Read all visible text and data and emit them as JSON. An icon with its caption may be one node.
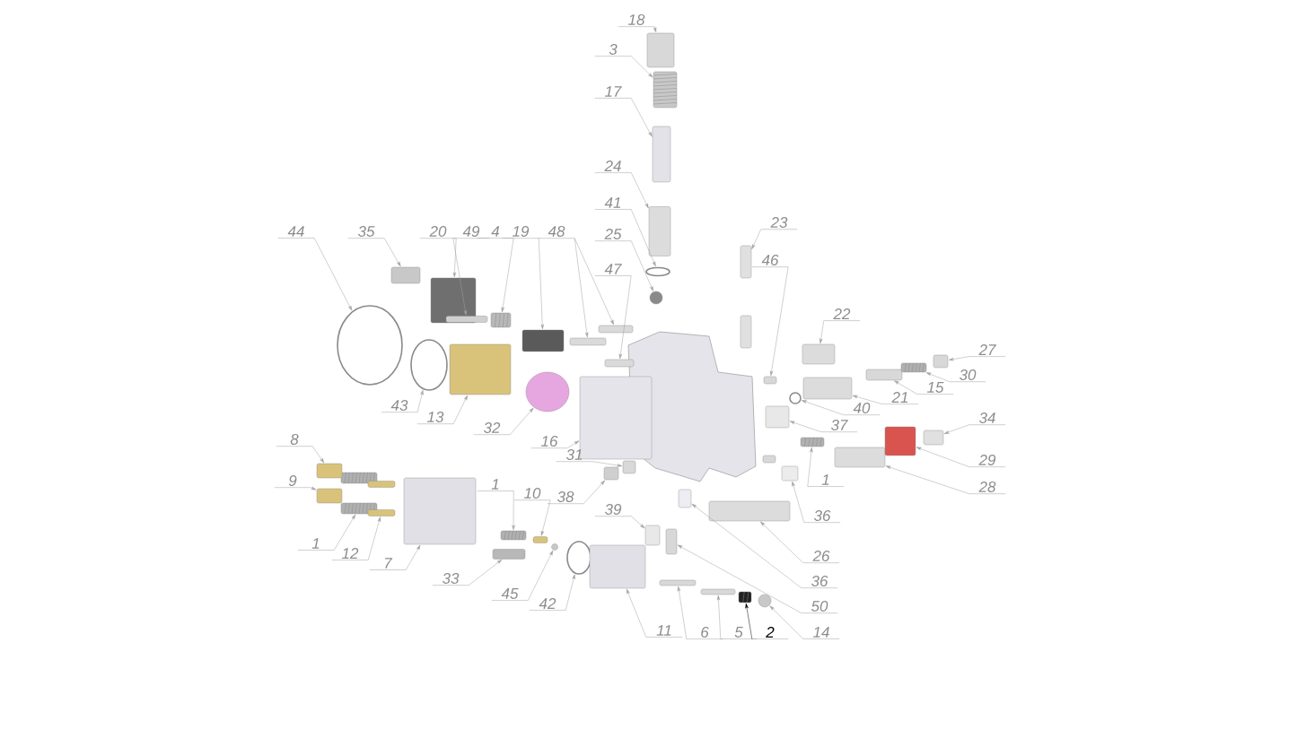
{
  "diagram": {
    "nodes": [
      {
        "text": [
          "18"
        ]
      },
      {
        "text": [],
        "shape": "box"
      },
      {
        "text": [
          "3"
        ]
      },
      {
        "text": [],
        "shape": "picture"
      },
      {
        "text": [
          "17"
        ]
      },
      {
        "text": [],
        "shape": "box"
      },
      {
        "text": [
          "24"
        ]
      },
      {
        "text": [],
        "shape": "box"
      },
      {
        "text": [
          "41"
        ]
      },
      {
        "text": [],
        "shape": "circle"
      },
      {
        "text": [
          "25"
        ]
      },
      {
        "text": [],
        "shape": "circle"
      },
      {
        "text": [
          "23"
        ]
      },
      {
        "text": [],
        "shape": "box"
      },
      {
        "text": [
          "44"
        ]
      },
      {
        "text": [],
        "shape": "circle"
      },
      {
        "text": [
          "35"
        ]
      },
      {
        "text": [],
        "shape": "box"
      },
      {
        "text": [
          "20"
        ]
      },
      {
        "text": [],
        "shape": "box"
      },
      {
        "text": [
          "49"
        ]
      },
      {
        "text": [],
        "shape": "box"
      },
      {
        "text": [
          "4"
        ]
      },
      {
        "text": [],
        "shape": "picture"
      },
      {
        "text": [
          "19"
        ]
      },
      {
        "text": [],
        "shape": "box"
      },
      {
        "text": [
          "48"
        ]
      },
      {
        "text": [],
        "shape": "box"
      },
      {
        "text": [],
        "shape": "box"
      },
      {
        "text": [
          "47"
        ]
      },
      {
        "text": [],
        "shape": "box"
      },
      {
        "text": [
          "43"
        ]
      },
      {
        "text": [],
        "shape": "circle"
      },
      {
        "text": [
          "13"
        ]
      },
      {
        "text": [],
        "shape": "box"
      },
      {
        "text": [
          "32"
        ]
      },
      {
        "text": [],
        "shape": "circle"
      },
      {
        "text": [
          "16"
        ]
      },
      {
        "text": [],
        "shape": "box"
      },
      {
        "text": [
          "8"
        ]
      },
      {
        "text": [],
        "shape": "box"
      },
      {
        "text": [
          "9"
        ]
      },
      {
        "text": [],
        "shape": "box"
      },
      {
        "text": [
          "1"
        ]
      },
      {
        "text": [],
        "shape": "picture"
      },
      {
        "text": [
          "12"
        ]
      },
      {
        "text": [],
        "shape": "box"
      },
      {
        "text": [
          "7"
        ]
      },
      {
        "text": [],
        "shape": "box"
      },
      {
        "text": [
          "31"
        ]
      },
      {
        "text": [],
        "shape": "box"
      },
      {
        "text": [
          "38"
        ]
      },
      {
        "text": [],
        "shape": "box"
      },
      {
        "text": [
          "39"
        ]
      },
      {
        "text": [],
        "shape": "box"
      },
      {
        "text": [
          "1"
        ]
      },
      {
        "text": [],
        "shape": "picture"
      },
      {
        "text": [
          "10"
        ]
      },
      {
        "text": [],
        "shape": "box"
      },
      {
        "text": [
          "33"
        ]
      },
      {
        "text": [],
        "shape": "box"
      },
      {
        "text": [
          "45"
        ]
      },
      {
        "text": [],
        "shape": "circle"
      },
      {
        "text": [
          "42"
        ]
      },
      {
        "text": [],
        "shape": "circle"
      },
      {
        "text": [
          "11"
        ]
      },
      {
        "text": [],
        "shape": "box"
      },
      {
        "text": [
          "6"
        ]
      },
      {
        "text": [],
        "shape": "box"
      },
      {
        "text": [
          "5"
        ]
      },
      {
        "text": [],
        "shape": "box"
      },
      {
        "text": [
          "2"
        ]
      },
      {
        "text": [],
        "shape": "picture"
      },
      {
        "text": [
          "14"
        ]
      },
      {
        "text": [],
        "shape": "circle"
      },
      {
        "text": [
          "50"
        ]
      },
      {
        "text": [],
        "shape": "box"
      },
      {
        "text": [
          "36"
        ]
      },
      {
        "text": [],
        "shape": "box"
      },
      {
        "text": [
          "26"
        ]
      },
      {
        "text": [],
        "shape": "box"
      },
      {
        "text": [
          "36"
        ]
      },
      {
        "text": [],
        "shape": "box"
      },
      {
        "text": [
          "1"
        ]
      },
      {
        "text": [],
        "shape": "picture"
      },
      {
        "text": [
          "28"
        ]
      },
      {
        "text": [],
        "shape": "box"
      },
      {
        "text": [
          "29"
        ]
      },
      {
        "text": [],
        "shape": "box"
      },
      {
        "text": [
          "34"
        ]
      },
      {
        "text": [],
        "shape": "box"
      },
      {
        "text": [
          "37"
        ]
      },
      {
        "text": [],
        "shape": "box"
      },
      {
        "text": [
          "40"
        ]
      },
      {
        "text": [],
        "shape": "circle"
      },
      {
        "text": [
          "21"
        ]
      },
      {
        "text": [],
        "shape": "box"
      },
      {
        "text": [
          "15"
        ]
      },
      {
        "text": [],
        "shape": "box"
      },
      {
        "text": [
          "30"
        ]
      },
      {
        "text": [],
        "shape": "picture"
      },
      {
        "text": [
          "27"
        ]
      },
      {
        "text": [],
        "shape": "box"
      },
      {
        "text": [
          "46"
        ]
      },
      {
        "text": [],
        "shape": "box"
      },
      {
        "text": [
          "22"
        ]
      },
      {
        "text": [],
        "shape": "box"
      }
    ],
    "edges": [
      {
        "from": 0,
        "to": 1,
        "arrow": "to"
      },
      {
        "from": 2,
        "to": 3,
        "arrow": "to"
      },
      {
        "from": 4,
        "to": 5,
        "arrow": "to"
      },
      {
        "from": 6,
        "to": 7,
        "arrow": "to"
      },
      {
        "from": 8,
        "to": 9,
        "arrow": "to"
      },
      {
        "from": 10,
        "to": 11,
        "arrow": "to"
      },
      {
        "from": 12,
        "to": 13,
        "arrow": "to"
      },
      {
        "from": 14,
        "to": 15,
        "arrow": "to"
      },
      {
        "from": 16,
        "to": 17,
        "arrow": "to"
      },
      {
        "from": 18,
        "to": 19,
        "arrow": "to"
      },
      {
        "from": 20,
        "to": 21,
        "arrow": "to"
      },
      {
        "from": 22,
        "to": 23,
        "arrow": "to"
      },
      {
        "from": 24,
        "to": 25,
        "arrow": "to"
      },
      {
        "from": 26,
        "to": 27,
        "arrow": "to"
      },
      {
        "from": 26,
        "to": 28,
        "arrow": "to"
      },
      {
        "from": 29,
        "to": 30,
        "arrow": "to"
      },
      {
        "from": 31,
        "to": 32,
        "arrow": "to"
      },
      {
        "from": 33,
        "to": 34,
        "arrow": "to"
      },
      {
        "from": 35,
        "to": 36,
        "arrow": "to"
      },
      {
        "from": 37,
        "to": 38,
        "arrow": "to"
      },
      {
        "from": 39,
        "to": 40,
        "arrow": "to"
      },
      {
        "from": 41,
        "to": 42,
        "arrow": "to"
      },
      {
        "from": 43,
        "to": 44,
        "arrow": "to"
      },
      {
        "from": 45,
        "to": 46,
        "arrow": "to"
      },
      {
        "from": 47,
        "to": 48,
        "arrow": "to"
      },
      {
        "from": 49,
        "to": 50,
        "arrow": "to"
      },
      {
        "from": 51,
        "to": 52,
        "arrow": "to"
      },
      {
        "from": 53,
        "to": 54,
        "arrow": "to"
      },
      {
        "from": 55,
        "to": 56,
        "arrow": "to"
      },
      {
        "from": 57,
        "to": 58,
        "arrow": "to"
      },
      {
        "from": 59,
        "to": 60,
        "arrow": "to"
      },
      {
        "from": 61,
        "to": 62,
        "arrow": "to"
      },
      {
        "from": 63,
        "to": 64,
        "arrow": "to"
      },
      {
        "from": 65,
        "to": 66,
        "arrow": "to"
      },
      {
        "from": 67,
        "to": 68,
        "arrow": "to"
      },
      {
        "from": 69,
        "to": 70,
        "arrow": "to"
      },
      {
        "from": 71,
        "to": 72,
        "arrow": "to",
        "color": "#000000"
      },
      {
        "from": 73,
        "to": 74,
        "arrow": "to"
      },
      {
        "from": 75,
        "to": 76,
        "arrow": "to"
      },
      {
        "from": 77,
        "to": 78,
        "arrow": "to"
      },
      {
        "from": 79,
        "to": 80,
        "arrow": "to"
      },
      {
        "from": 81,
        "to": 82,
        "arrow": "to"
      },
      {
        "from": 83,
        "to": 84,
        "arrow": "to"
      },
      {
        "from": 85,
        "to": 86,
        "arrow": "to"
      },
      {
        "from": 87,
        "to": 88,
        "arrow": "to"
      },
      {
        "from": 89,
        "to": 90,
        "arrow": "to"
      },
      {
        "from": 91,
        "to": 92,
        "arrow": "to"
      },
      {
        "from": 93,
        "to": 94,
        "arrow": "to"
      },
      {
        "from": 95,
        "to": 96,
        "arrow": "to"
      },
      {
        "from": 97,
        "to": 98,
        "arrow": "to"
      },
      {
        "from": 99,
        "to": 100,
        "arrow": "to"
      },
      {
        "from": 101,
        "to": 102,
        "arrow": "to"
      },
      {
        "from": 103,
        "to": 104,
        "arrow": "to"
      },
      {
        "from": 105,
        "to": 106,
        "arrow": "to"
      }
    ]
  }
}
